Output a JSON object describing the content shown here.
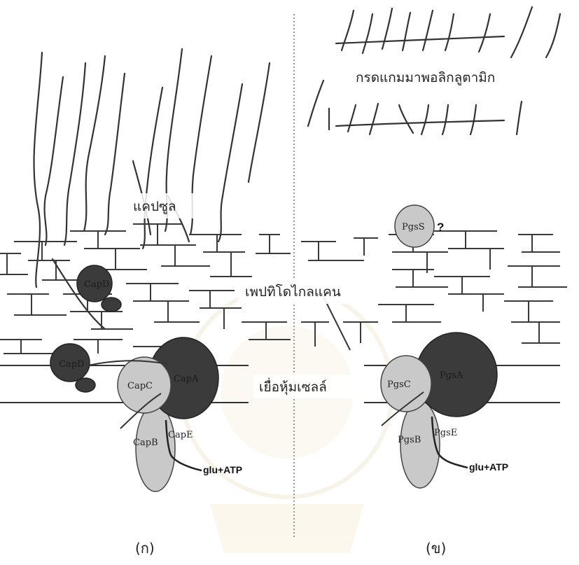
{
  "labels": {
    "polyglutamic_acid": "กรดแกมมาพอลิกลูตามิก",
    "capsule": "แคปซูล",
    "peptidoglycan": "เพปทิโดไกลแคน",
    "cell_membrane": "เยื่อหุ้มเซลล์",
    "panel_a": "(ก)",
    "panel_b": "(ข)"
  },
  "panel_a_proteins": {
    "capD_top": "CapD",
    "capD_bottom": "CapD",
    "capC": "CapC",
    "capA": "CapA",
    "capB": "CapB",
    "capE": "CapE",
    "substrate": "glu+ATP"
  },
  "panel_b_proteins": {
    "pgsS": "PgsS",
    "pgsS_query": "?",
    "pgsC": "PgsC",
    "pgsA": "PgsA",
    "pgsB": "PgsB",
    "pgsE": "PgsE",
    "substrate": "glu+ATP"
  },
  "colors": {
    "dark_protein": "#3b3b3b",
    "light_protein": "#c9c9c9",
    "line": "#333333",
    "background": "#ffffff"
  }
}
